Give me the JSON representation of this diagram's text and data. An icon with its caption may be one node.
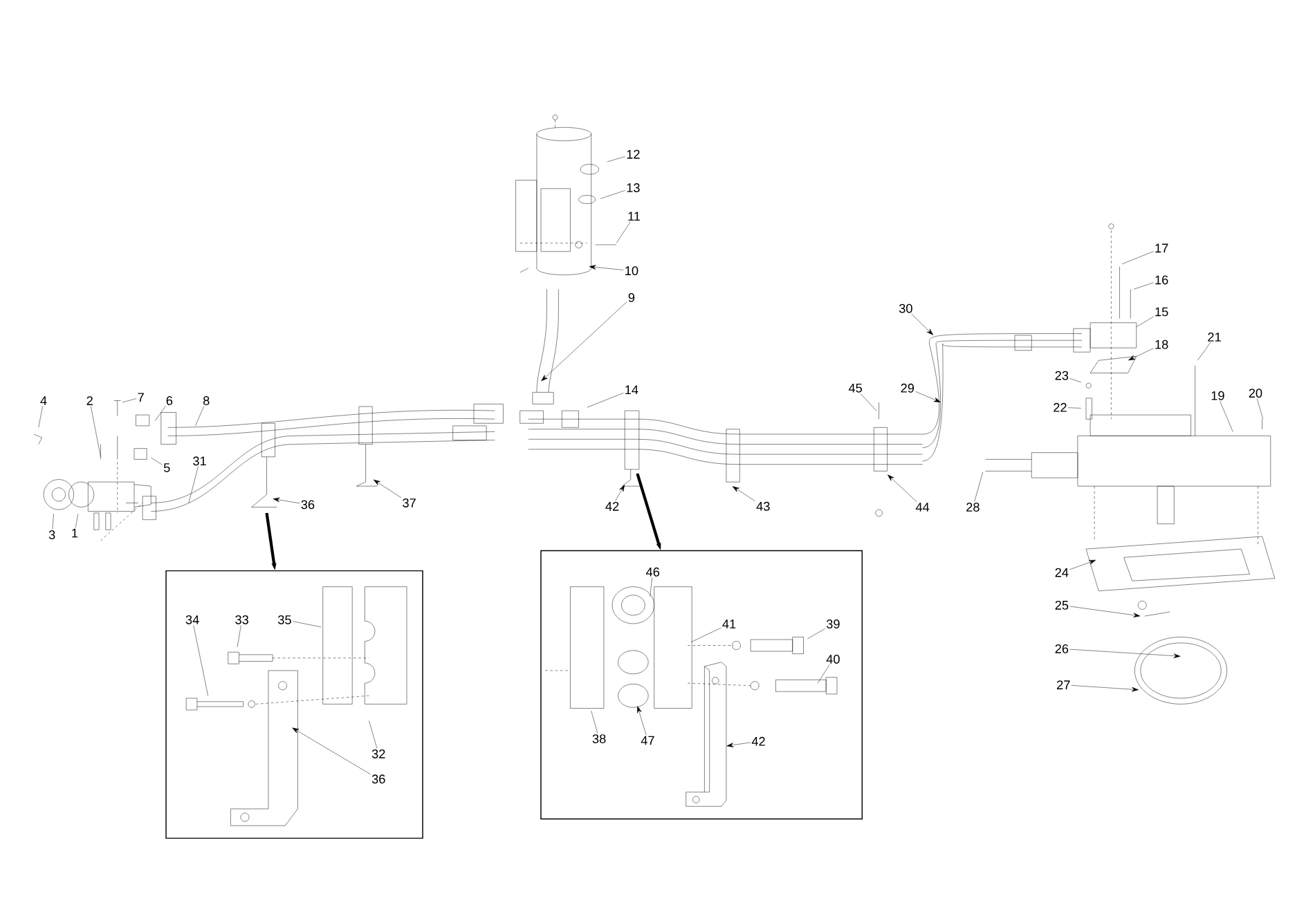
{
  "diagram": {
    "nodes": [
      {
        "text": [],
        "shape": "box"
      },
      {
        "text": [],
        "shape": "box"
      },
      {
        "text": [
          "1"
        ]
      },
      {
        "text": [
          "2"
        ]
      },
      {
        "text": [
          "3"
        ]
      },
      {
        "text": [
          "4"
        ]
      },
      {
        "text": [
          "5"
        ]
      },
      {
        "text": [
          "6"
        ]
      },
      {
        "text": [
          "7"
        ]
      },
      {
        "text": [
          "8"
        ]
      },
      {
        "text": [
          "9"
        ]
      },
      {
        "text": [
          "10"
        ]
      },
      {
        "text": [
          "11"
        ]
      },
      {
        "text": [
          "12"
        ]
      },
      {
        "text": [
          "13"
        ]
      },
      {
        "text": [
          "14"
        ]
      },
      {
        "text": [
          "15"
        ]
      },
      {
        "text": [
          "16"
        ]
      },
      {
        "text": [
          "17"
        ]
      },
      {
        "text": [
          "18"
        ]
      },
      {
        "text": [
          "19"
        ]
      },
      {
        "text": [
          "20"
        ]
      },
      {
        "text": [
          "21"
        ]
      },
      {
        "text": [
          "22"
        ]
      },
      {
        "text": [
          "23"
        ]
      },
      {
        "text": [
          "24"
        ]
      },
      {
        "text": [
          "25"
        ]
      },
      {
        "text": [
          "26"
        ]
      },
      {
        "text": [
          "27"
        ]
      },
      {
        "text": [
          "28"
        ]
      },
      {
        "text": [
          "29"
        ]
      },
      {
        "text": [
          "30"
        ]
      },
      {
        "text": [
          "31"
        ]
      },
      {
        "text": [
          "32"
        ],
        "in": 0
      },
      {
        "text": [
          "33"
        ],
        "in": 0
      },
      {
        "text": [
          "34"
        ],
        "in": 0
      },
      {
        "text": [
          "35"
        ],
        "in": 0
      },
      {
        "text": [
          "36"
        ]
      },
      {
        "text": [
          "36"
        ],
        "in": 0
      },
      {
        "text": [
          "37"
        ]
      },
      {
        "text": [
          "38"
        ],
        "in": 1
      },
      {
        "text": [
          "39"
        ],
        "in": 1
      },
      {
        "text": [
          "40"
        ],
        "in": 1
      },
      {
        "text": [
          "41"
        ],
        "in": 1
      },
      {
        "text": [
          "42"
        ]
      },
      {
        "text": [
          "42"
        ],
        "in": 1
      },
      {
        "text": [
          "43"
        ]
      },
      {
        "text": [
          "44"
        ]
      },
      {
        "text": [
          "45"
        ]
      },
      {
        "text": [
          "46"
        ],
        "in": 1
      },
      {
        "text": [
          "47"
        ],
        "in": 1
      }
    ],
    "edges": [
      {
        "from": 2,
        "to": null,
        "arrow": "none"
      },
      {
        "from": 3,
        "to": null,
        "arrow": "none"
      },
      {
        "from": 4,
        "to": null,
        "arrow": "none"
      },
      {
        "from": 5,
        "to": null,
        "arrow": "none"
      },
      {
        "from": 6,
        "to": null,
        "arrow": "none"
      },
      {
        "from": 7,
        "to": null,
        "arrow": "none"
      },
      {
        "from": 8,
        "to": null,
        "arrow": "none"
      },
      {
        "from": 9,
        "to": null,
        "arrow": "none"
      },
      {
        "from": 10,
        "to": null,
        "arrow": "to"
      },
      {
        "from": 11,
        "to": null,
        "arrow": "to"
      },
      {
        "from": 12,
        "to": null,
        "arrow": "none"
      },
      {
        "from": 13,
        "to": null,
        "arrow": "none"
      },
      {
        "from": 14,
        "to": null,
        "arrow": "none"
      },
      {
        "from": 15,
        "to": null,
        "arrow": "none"
      },
      {
        "from": 16,
        "to": null,
        "arrow": "none"
      },
      {
        "from": 17,
        "to": null,
        "arrow": "none"
      },
      {
        "from": 18,
        "to": null,
        "arrow": "none"
      },
      {
        "from": 19,
        "to": null,
        "arrow": "to"
      },
      {
        "from": 20,
        "to": null,
        "arrow": "none"
      },
      {
        "from": 21,
        "to": null,
        "arrow": "none"
      },
      {
        "from": 22,
        "to": null,
        "arrow": "none"
      },
      {
        "from": 23,
        "to": null,
        "arrow": "none"
      },
      {
        "from": 24,
        "to": null,
        "arrow": "none"
      },
      {
        "from": 25,
        "to": null,
        "arrow": "to"
      },
      {
        "from": 26,
        "to": null,
        "arrow": "to"
      },
      {
        "from": 27,
        "to": null,
        "arrow": "to"
      },
      {
        "from": 28,
        "to": null,
        "arrow": "to"
      },
      {
        "from": 29,
        "to": null,
        "arrow": "none"
      },
      {
        "from": 30,
        "to": null,
        "arrow": "to"
      },
      {
        "from": 31,
        "to": null,
        "arrow": "to"
      },
      {
        "from": 32,
        "to": null,
        "arrow": "none"
      },
      {
        "from": 33,
        "to": null,
        "arrow": "none"
      },
      {
        "from": 34,
        "to": null,
        "arrow": "none"
      },
      {
        "from": 35,
        "to": null,
        "arrow": "none"
      },
      {
        "from": 36,
        "to": null,
        "arrow": "none"
      },
      {
        "from": 37,
        "to": null,
        "arrow": "to"
      },
      {
        "from": 38,
        "to": null,
        "arrow": "to"
      },
      {
        "from": 39,
        "to": null,
        "arrow": "to"
      },
      {
        "from": 40,
        "to": null,
        "arrow": "none"
      },
      {
        "from": 41,
        "to": null,
        "arrow": "none"
      },
      {
        "from": 42,
        "to": null,
        "arrow": "none"
      },
      {
        "from": 43,
        "to": null,
        "arrow": "none"
      },
      {
        "from": 44,
        "to": null,
        "arrow": "to"
      },
      {
        "from": 45,
        "to": null,
        "arrow": "to"
      },
      {
        "from": 46,
        "to": null,
        "arrow": "to"
      },
      {
        "from": 47,
        "to": null,
        "arrow": "to"
      },
      {
        "from": 48,
        "to": null,
        "arrow": "none"
      },
      {
        "from": 49,
        "to": null,
        "arrow": "none"
      },
      {
        "from": 50,
        "to": null,
        "arrow": "to"
      },
      {
        "from": null,
        "to": 0,
        "arrow": "to",
        "style": "thick"
      },
      {
        "from": null,
        "to": 1,
        "arrow": "to",
        "style": "thick"
      }
    ]
  }
}
